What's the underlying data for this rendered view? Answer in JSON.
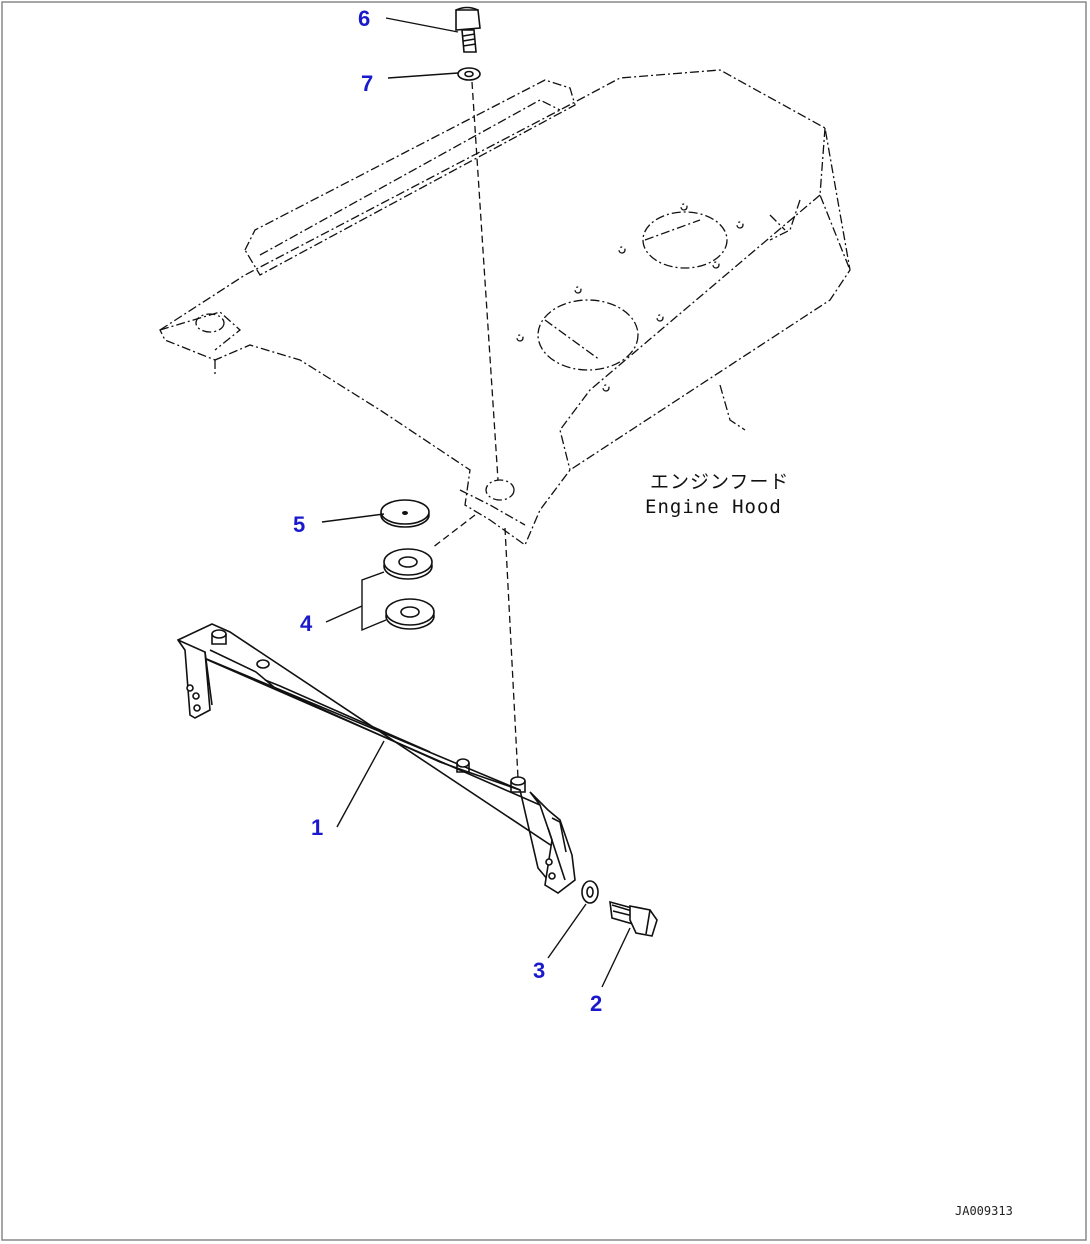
{
  "parts": [
    {
      "number": "1"
    },
    {
      "number": "2"
    },
    {
      "number": "3"
    },
    {
      "number": "4"
    },
    {
      "number": "5"
    },
    {
      "number": "6"
    },
    {
      "number": "7"
    }
  ],
  "hood_label": {
    "japanese": "エンジンフード",
    "english": "Engine Hood"
  },
  "drawing_id": "JA009313",
  "colors": {
    "callout": "#1a1acc",
    "line": "#111111",
    "frame": "#888888"
  }
}
